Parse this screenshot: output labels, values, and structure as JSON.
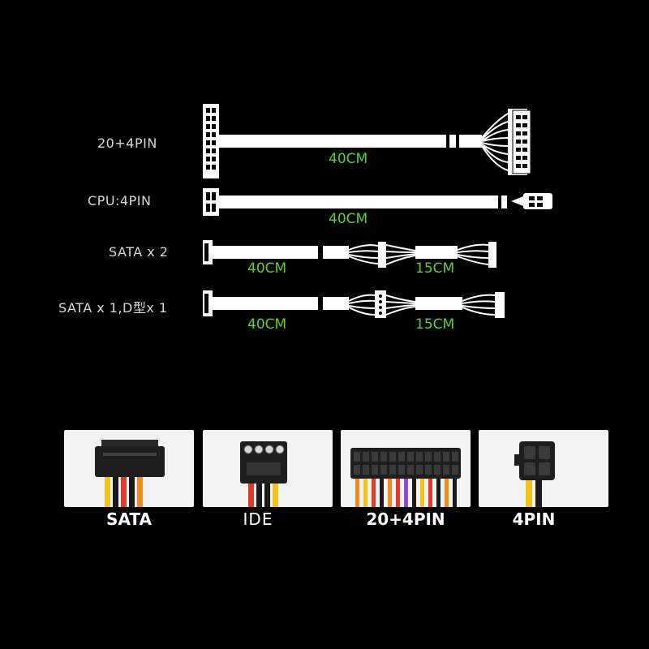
{
  "cables": [
    {
      "name": "20+4PIN",
      "lengths": [
        "40CM"
      ]
    },
    {
      "name": "CPU:4PIN",
      "lengths": [
        "40CM"
      ]
    },
    {
      "name": "SATA x 2",
      "lengths": [
        "40CM",
        "15CM"
      ]
    },
    {
      "name": "SATA x 1,D型x 1",
      "lengths": [
        "40CM",
        "15CM"
      ]
    }
  ],
  "connectors": [
    {
      "label": "SATA"
    },
    {
      "label": "IDE"
    },
    {
      "label": "20+4PIN"
    },
    {
      "label": "4PIN"
    }
  ],
  "colors": {
    "background": "#000000",
    "cable": "#ffffff",
    "length_text": "#5fd12a",
    "label_text": "#d8d8d8",
    "wire_yellow": "#f2c21b",
    "wire_red": "#e03a2a",
    "wire_black": "#1a1a1a",
    "wire_orange": "#f08a1c",
    "wire_purple": "#8a4ec0"
  }
}
